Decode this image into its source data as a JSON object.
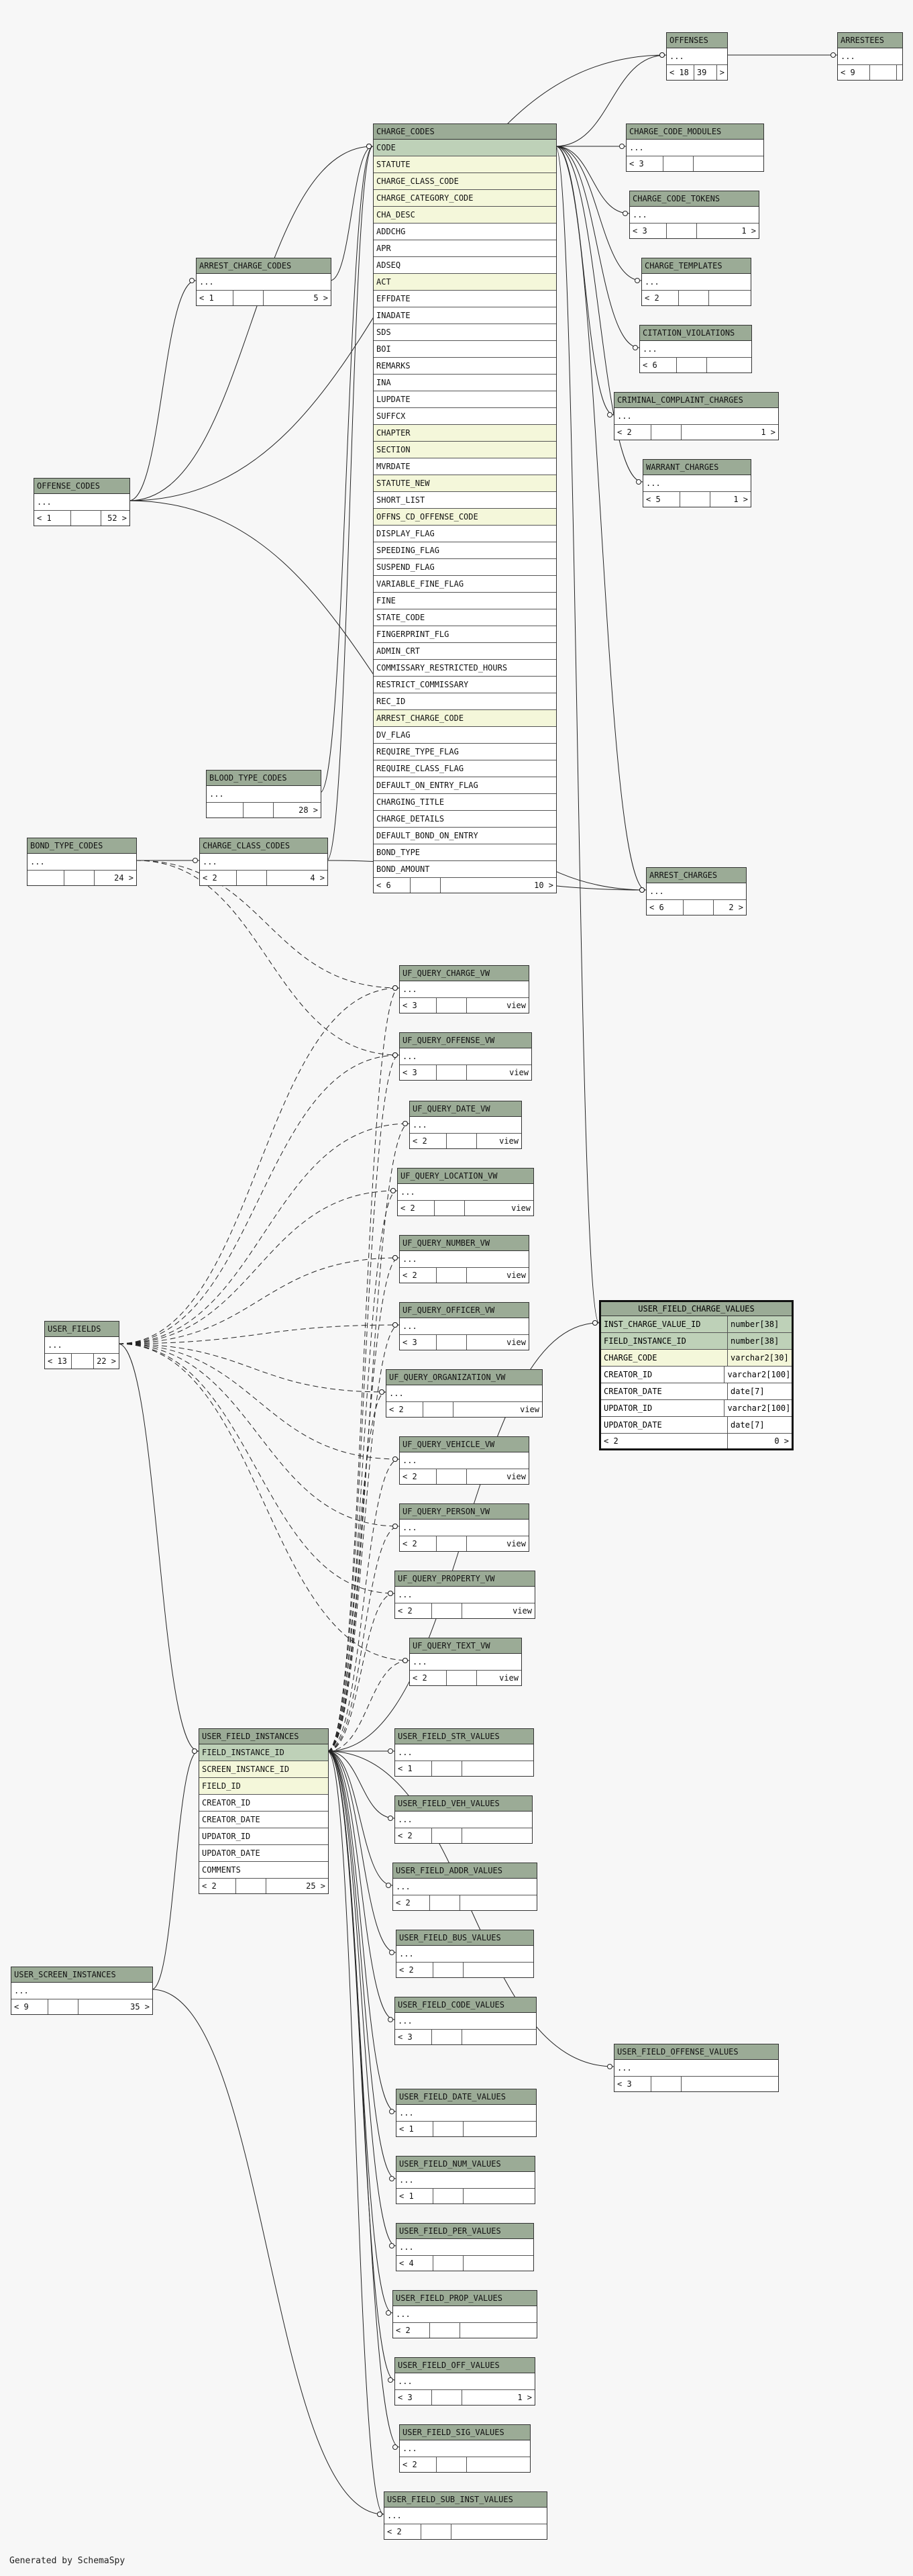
{
  "footer": "Generated by SchemaSpy",
  "tables": {
    "offenses": {
      "name": "OFFENSES",
      "cols": [
        "..."
      ],
      "foot": [
        "< 18",
        "39",
        ">"
      ]
    },
    "arrestees": {
      "name": "ARRESTEES",
      "cols": [
        "..."
      ],
      "foot": [
        "< 9",
        "",
        ""
      ]
    },
    "charge_codes": {
      "name": "CHARGE_CODES",
      "cols": [
        "CODE",
        "STATUTE",
        "CHARGE_CLASS_CODE",
        "CHARGE_CATEGORY_CODE",
        "CHA_DESC",
        "ADDCHG",
        "APR",
        "ADSEQ",
        "ACT",
        "EFFDATE",
        "INADATE",
        "SDS",
        "BOI",
        "REMARKS",
        "INA",
        "LUPDATE",
        "SUFFCX",
        "CHAPTER",
        "SECTION",
        "MVRDATE",
        "STATUTE_NEW",
        "SHORT_LIST",
        "OFFNS_CD_OFFENSE_CODE",
        "DISPLAY_FLAG",
        "SPEEDING_FLAG",
        "SUSPEND_FLAG",
        "VARIABLE_FINE_FLAG",
        "FINE",
        "STATE_CODE",
        "FINGERPRINT_FLG",
        "ADMIN_CRT",
        "COMMISSARY_RESTRICTED_HOURS",
        "RESTRICT_COMMISSARY",
        "REC_ID",
        "ARREST_CHARGE_CODE",
        "DV_FLAG",
        "REQUIRE_TYPE_FLAG",
        "REQUIRE_CLASS_FLAG",
        "DEFAULT_ON_ENTRY_FLAG",
        "CHARGING_TITLE",
        "CHARGE_DETAILS",
        "DEFAULT_BOND_ON_ENTRY",
        "BOND_TYPE",
        "BOND_AMOUNT"
      ],
      "foot": [
        "< 6",
        "",
        "10 >"
      ]
    },
    "charge_code_modules": {
      "name": "CHARGE_CODE_MODULES",
      "cols": [
        "..."
      ],
      "foot": [
        "< 3",
        "",
        ""
      ]
    },
    "charge_code_tokens": {
      "name": "CHARGE_CODE_TOKENS",
      "cols": [
        "..."
      ],
      "foot": [
        "< 3",
        "",
        "1 >"
      ]
    },
    "charge_templates": {
      "name": "CHARGE_TEMPLATES",
      "cols": [
        "..."
      ],
      "foot": [
        "< 2",
        "",
        ""
      ]
    },
    "citation_violations": {
      "name": "CITATION_VIOLATIONS",
      "cols": [
        "..."
      ],
      "foot": [
        "< 6",
        "",
        ""
      ]
    },
    "criminal_complaint_charges": {
      "name": "CRIMINAL_COMPLAINT_CHARGES",
      "cols": [
        "..."
      ],
      "foot": [
        "< 2",
        "",
        "1 >"
      ]
    },
    "warrant_charges": {
      "name": "WARRANT_CHARGES",
      "cols": [
        "..."
      ],
      "foot": [
        "< 5",
        "",
        "1 >"
      ]
    },
    "arrest_charge_codes": {
      "name": "ARREST_CHARGE_CODES",
      "cols": [
        "..."
      ],
      "foot": [
        "< 1",
        "",
        "5 >"
      ]
    },
    "offense_codes": {
      "name": "OFFENSE_CODES",
      "cols": [
        "..."
      ],
      "foot": [
        "< 1",
        "",
        "52 >"
      ]
    },
    "blood_type_codes": {
      "name": "BLOOD_TYPE_CODES",
      "cols": [
        "..."
      ],
      "foot": [
        "",
        "",
        "28 >"
      ]
    },
    "bond_type_codes": {
      "name": "BOND_TYPE_CODES",
      "cols": [
        "..."
      ],
      "foot": [
        "",
        "",
        "24 >"
      ]
    },
    "charge_class_codes": {
      "name": "CHARGE_CLASS_CODES",
      "cols": [
        "..."
      ],
      "foot": [
        "< 2",
        "",
        "4 >"
      ]
    },
    "arrest_charges": {
      "name": "ARREST_CHARGES",
      "cols": [
        "..."
      ],
      "foot": [
        "< 6",
        "",
        "2 >"
      ]
    },
    "uf_query_charge_vw": {
      "name": "UF_QUERY_CHARGE_VW",
      "cols": [
        "..."
      ],
      "foot": [
        "< 3",
        "",
        "view"
      ]
    },
    "uf_query_offense_vw": {
      "name": "UF_QUERY_OFFENSE_VW",
      "cols": [
        "..."
      ],
      "foot": [
        "< 3",
        "",
        "view"
      ]
    },
    "uf_query_date_vw": {
      "name": "UF_QUERY_DATE_VW",
      "cols": [
        "..."
      ],
      "foot": [
        "< 2",
        "",
        "view"
      ]
    },
    "uf_query_location_vw": {
      "name": "UF_QUERY_LOCATION_VW",
      "cols": [
        "..."
      ],
      "foot": [
        "< 2",
        "",
        "view"
      ]
    },
    "uf_query_number_vw": {
      "name": "UF_QUERY_NUMBER_VW",
      "cols": [
        "..."
      ],
      "foot": [
        "< 2",
        "",
        "view"
      ]
    },
    "uf_query_officer_vw": {
      "name": "UF_QUERY_OFFICER_VW",
      "cols": [
        "..."
      ],
      "foot": [
        "< 3",
        "",
        "view"
      ]
    },
    "uf_query_organization_vw": {
      "name": "UF_QUERY_ORGANIZATION_VW",
      "cols": [
        "..."
      ],
      "foot": [
        "< 2",
        "",
        "view"
      ]
    },
    "uf_query_vehicle_vw": {
      "name": "UF_QUERY_VEHICLE_VW",
      "cols": [
        "..."
      ],
      "foot": [
        "< 2",
        "",
        "view"
      ]
    },
    "uf_query_person_vw": {
      "name": "UF_QUERY_PERSON_VW",
      "cols": [
        "..."
      ],
      "foot": [
        "< 2",
        "",
        "view"
      ]
    },
    "uf_query_property_vw": {
      "name": "UF_QUERY_PROPERTY_VW",
      "cols": [
        "..."
      ],
      "foot": [
        "< 2",
        "",
        "view"
      ]
    },
    "uf_query_text_vw": {
      "name": "UF_QUERY_TEXT_VW",
      "cols": [
        "..."
      ],
      "foot": [
        "< 2",
        "",
        "view"
      ]
    },
    "user_fields": {
      "name": "USER_FIELDS",
      "cols": [
        "..."
      ],
      "foot": [
        "< 13",
        "",
        "22 >"
      ]
    },
    "user_field_instances": {
      "name": "USER_FIELD_INSTANCES",
      "cols": [
        "FIELD_INSTANCE_ID",
        "SCREEN_INSTANCE_ID",
        "FIELD_ID",
        "CREATOR_ID",
        "CREATOR_DATE",
        "UPDATOR_ID",
        "UPDATOR_DATE",
        "COMMENTS"
      ],
      "foot": [
        "< 2",
        "",
        "25 >"
      ]
    },
    "user_screen_instances": {
      "name": "USER_SCREEN_INSTANCES",
      "cols": [
        "..."
      ],
      "foot": [
        "< 9",
        "",
        "35 >"
      ]
    },
    "user_field_str_values": {
      "name": "USER_FIELD_STR_VALUES",
      "cols": [
        "..."
      ],
      "foot": [
        "< 1",
        "",
        ""
      ]
    },
    "user_field_veh_values": {
      "name": "USER_FIELD_VEH_VALUES",
      "cols": [
        "..."
      ],
      "foot": [
        "< 2",
        "",
        ""
      ]
    },
    "user_field_addr_values": {
      "name": "USER_FIELD_ADDR_VALUES",
      "cols": [
        "..."
      ],
      "foot": [
        "< 2",
        "",
        ""
      ]
    },
    "user_field_bus_values": {
      "name": "USER_FIELD_BUS_VALUES",
      "cols": [
        "..."
      ],
      "foot": [
        "< 2",
        "",
        ""
      ]
    },
    "user_field_code_values": {
      "name": "USER_FIELD_CODE_VALUES",
      "cols": [
        "..."
      ],
      "foot": [
        "< 3",
        "",
        ""
      ]
    },
    "user_field_offense_values": {
      "name": "USER_FIELD_OFFENSE_VALUES",
      "cols": [
        "..."
      ],
      "foot": [
        "< 3",
        "",
        ""
      ]
    },
    "user_field_date_values": {
      "name": "USER_FIELD_DATE_VALUES",
      "cols": [
        "..."
      ],
      "foot": [
        "< 1",
        "",
        ""
      ]
    },
    "user_field_num_values": {
      "name": "USER_FIELD_NUM_VALUES",
      "cols": [
        "..."
      ],
      "foot": [
        "< 1",
        "",
        ""
      ]
    },
    "user_field_per_values": {
      "name": "USER_FIELD_PER_VALUES",
      "cols": [
        "..."
      ],
      "foot": [
        "< 4",
        "",
        ""
      ]
    },
    "user_field_prop_values": {
      "name": "USER_FIELD_PROP_VALUES",
      "cols": [
        "..."
      ],
      "foot": [
        "< 2",
        "",
        ""
      ]
    },
    "user_field_off_values": {
      "name": "USER_FIELD_OFF_VALUES",
      "cols": [
        "..."
      ],
      "foot": [
        "< 3",
        "",
        "1 >"
      ]
    },
    "user_field_sig_values": {
      "name": "USER_FIELD_SIG_VALUES",
      "cols": [
        "..."
      ],
      "foot": [
        "< 2",
        "",
        ""
      ]
    },
    "user_field_sub_inst_values": {
      "name": "USER_FIELD_SUB_INST_VALUES",
      "cols": [
        "..."
      ],
      "foot": [
        "< 2",
        "",
        ""
      ]
    }
  },
  "focus_table": {
    "name": "USER_FIELD_CHARGE_VALUES",
    "rows": [
      [
        "INST_CHARGE_VALUE_ID",
        "number[38]"
      ],
      [
        "FIELD_INSTANCE_ID",
        "number[38]"
      ],
      [
        "CHARGE_CODE",
        "varchar2[30]"
      ],
      [
        "CREATOR_ID",
        "varchar2[100]"
      ],
      [
        "CREATOR_DATE",
        "date[7]"
      ],
      [
        "UPDATOR_ID",
        "varchar2[100]"
      ],
      [
        "UPDATOR_DATE",
        "date[7]"
      ]
    ],
    "foot": [
      "< 2",
      "0 >"
    ]
  }
}
